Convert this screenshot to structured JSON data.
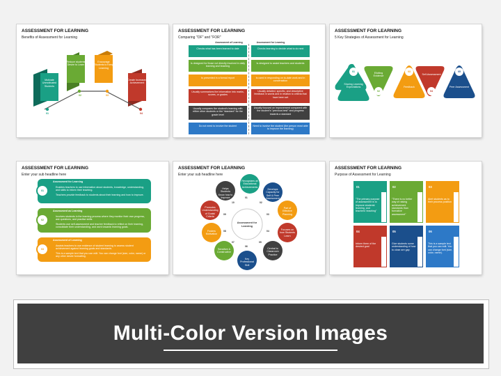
{
  "slides": {
    "s1": {
      "title": "ASSESSMENT FOR LEARNING",
      "subtitle": "Benefits of Assessment for Learning",
      "steps": [
        {
          "label": "Motivate Unmotivated Students",
          "num": "01"
        },
        {
          "label": "Reduce students Desire to Learn",
          "num": "02"
        },
        {
          "label": "Encourage Students to Keep Learning",
          "num": "03"
        },
        {
          "label": "Create Increased Achievement",
          "num": "04"
        }
      ]
    },
    "s2": {
      "title": "ASSESSMENT FOR LEARNING",
      "subtitle": "Comparing \"OF\" and \"FOR\"",
      "col_left": "Assessment of Learning",
      "col_right": "Assessment for Learning",
      "rows": [
        {
          "left": "Checks what has been learned to date",
          "right": "Checks learning to decide what to do next"
        },
        {
          "left": "Is designed for those not directly involved in daily learning and teaching",
          "right": "Is designed to assist teachers and students"
        },
        {
          "left": "Is presented in a formal report",
          "right": "Is used in responding on to-date work and in conversation"
        },
        {
          "left": "Usually summarizes the information into marks, scores, or grades",
          "right": "Usually detailed, specific, and descriptive feedback in words and in relation to criteria that have been set"
        },
        {
          "left": "Usually compares the student's learning with either other students or the \"standard\" for the grade level",
          "right": "Usually focused on improvement compared with the student's \"previous best\" and progress towards a standard"
        },
        {
          "left": "Do not need to involve the student",
          "right": "Need to involve the student (the person most able to improve the learning)"
        }
      ]
    },
    "s3": {
      "title": "ASSESSMENT FOR LEARNING",
      "subtitle": "5 Key Strategies of Assessment for Learning",
      "items": [
        {
          "num": "01",
          "label": "Sharing Learning Expectations"
        },
        {
          "num": "02",
          "label": "Eliciting Evidence"
        },
        {
          "num": "03",
          "label": "Feedback"
        },
        {
          "num": "04",
          "label": "Self-Assessment"
        },
        {
          "num": "05",
          "label": "Peer Assessment"
        }
      ]
    },
    "s4": {
      "title": "ASSESSMENT FOR LEARNING",
      "subtitle": "Enter your sub headline here",
      "cards": [
        {
          "num": "01",
          "heading": "Assessment for Learning",
          "bullets": [
            "Enables teachers to use information about students, knowledge, understanding, and skills to inform their teaching.",
            "Teachers provide feedback to students about their learning and how to improve."
          ]
        },
        {
          "num": "02",
          "heading": "Assessment as Learning",
          "bullets": [
            "Involves students in the learning process where they monitor their own progress, ask questions, and practise skills.",
            "Students use self-assessment and teacher feedback to reflect on their learning, consolidate their understanding, and work towards learning goals."
          ]
        },
        {
          "num": "03",
          "heading": "Assessment of Learning",
          "bullets": [
            "Assists teachers to use evidence of student learning to assess student achievement against learning goals and standards.",
            "This is a sample text that you can edit. You can change font (size, color, name) or any other desire formatting."
          ]
        }
      ]
    },
    "s5": {
      "title": "ASSESSMENT FOR LEARNING",
      "subtitle": "Enter your sub headline here",
      "center": "Assessment for Learning",
      "nodes": [
        {
          "num": "01",
          "label": "Recognizes all Educational Achievements"
        },
        {
          "num": "02",
          "label": "Develops Capacity for Self & Peer Assessment"
        },
        {
          "num": "03",
          "label": "Part of Effective Planning"
        },
        {
          "num": "04",
          "label": "Focuses on how Students Learn"
        },
        {
          "num": "05",
          "label": "Central to Classroom Practice"
        },
        {
          "num": "06",
          "label": "Key Professional Skill"
        },
        {
          "num": "07",
          "label": "Sensitive & Constructive"
        },
        {
          "num": "08",
          "label": "Fosters Motivation"
        },
        {
          "num": "09",
          "label": "Promotes Understanding of Goals/ Criteria"
        },
        {
          "num": "10",
          "label": "Helps Students Know how to Improve"
        }
      ]
    },
    "s6": {
      "title": "ASSESSMENT FOR LEARNING",
      "subtitle": "Purpose of Assessment for Learning",
      "cards": [
        {
          "num": "01",
          "text": "\"The primary purpose of assessment is to improve students' learning, and teachers' teaching\""
        },
        {
          "num": "02",
          "text": "\"There is no better way of raising achievement standards than formative assessment\""
        },
        {
          "num": "03",
          "text": "Alert students as to their process position"
        },
        {
          "num": "04",
          "text": "Inform them of the desired goal"
        },
        {
          "num": "05",
          "text": "Give students some understanding of how to close are gap"
        },
        {
          "num": "06",
          "text": "This is a sample text that you can edit. You can change font (size, color, name)."
        }
      ]
    }
  },
  "banner": {
    "text": "Multi-Color Version Images"
  },
  "colors": {
    "teal": "#1aa085",
    "green": "#6aaa34",
    "orange": "#f39c12",
    "red": "#c0392b",
    "blue": "#2d79c7",
    "navy": "#1b4f8c",
    "dark": "#404040"
  }
}
